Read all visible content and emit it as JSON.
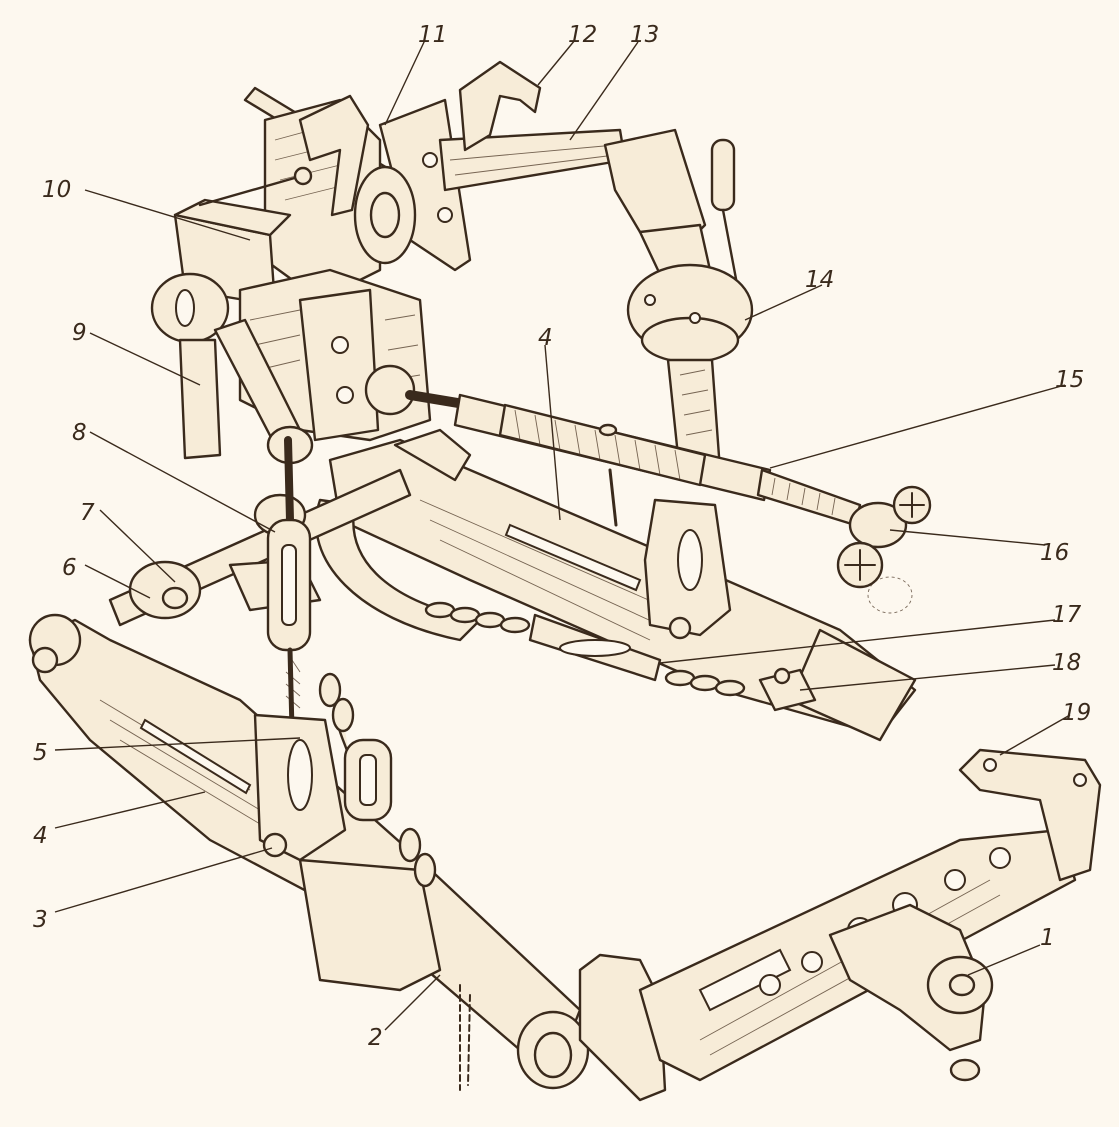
{
  "diagram": {
    "callouts": [
      {
        "id": "label-1",
        "text": "1"
      },
      {
        "id": "label-2",
        "text": "2"
      },
      {
        "id": "label-3",
        "text": "3"
      },
      {
        "id": "label-4-left",
        "text": "4"
      },
      {
        "id": "label-4-top",
        "text": "4"
      },
      {
        "id": "label-5",
        "text": "5"
      },
      {
        "id": "label-6",
        "text": "6"
      },
      {
        "id": "label-7",
        "text": "7"
      },
      {
        "id": "label-8",
        "text": "8"
      },
      {
        "id": "label-9",
        "text": "9"
      },
      {
        "id": "label-10",
        "text": "10"
      },
      {
        "id": "label-11",
        "text": "11"
      },
      {
        "id": "label-12",
        "text": "12"
      },
      {
        "id": "label-13",
        "text": "13"
      },
      {
        "id": "label-14",
        "text": "14"
      },
      {
        "id": "label-15",
        "text": "15"
      },
      {
        "id": "label-16",
        "text": "16"
      },
      {
        "id": "label-17",
        "text": "17"
      },
      {
        "id": "label-18",
        "text": "18"
      },
      {
        "id": "label-19",
        "text": "19"
      }
    ]
  }
}
